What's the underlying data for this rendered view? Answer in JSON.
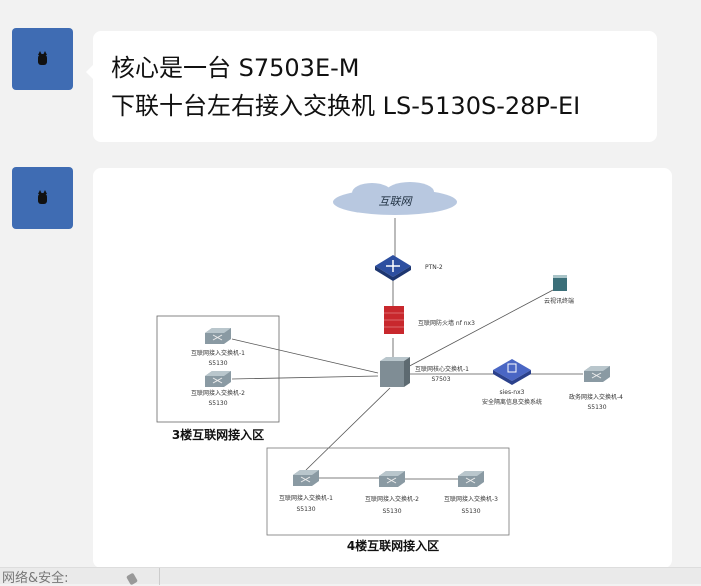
{
  "messages": [
    {
      "lines": [
        "核心是一台 S7503E-M",
        "下联十台左右接入交换机 LS-5130S-28P-EI"
      ]
    },
    {
      "diagram": {
        "cloud": "互联网",
        "ptn": "PTN-2",
        "firewall": "互联网防火墙 nf nx3",
        "core_name": "互联网核心交换机-1",
        "core_model": "S7503",
        "video": "云视讯终端",
        "sies_name": "sies-nx3",
        "sies_desc": "安全隔离信息交换系统",
        "gov_name": "政务网接入交换机-4",
        "gov_model": "S5130",
        "zone3": {
          "title": "3楼互联网接入区",
          "switches": [
            {
              "name": "互联网接入交换机-1",
              "model": "S5130"
            },
            {
              "name": "互联网接入交换机-2",
              "model": "S5130"
            }
          ]
        },
        "zone4": {
          "title": "4楼互联网接入区",
          "switches": [
            {
              "name": "互联网接入交换机-1",
              "model": "S5130"
            },
            {
              "name": "互联网接入交换机-2",
              "model": "S5130"
            },
            {
              "name": "互联网接入交换机-3",
              "model": "S5130"
            }
          ]
        }
      }
    }
  ],
  "input_bar": {
    "partial_text": "网络&安全:"
  }
}
